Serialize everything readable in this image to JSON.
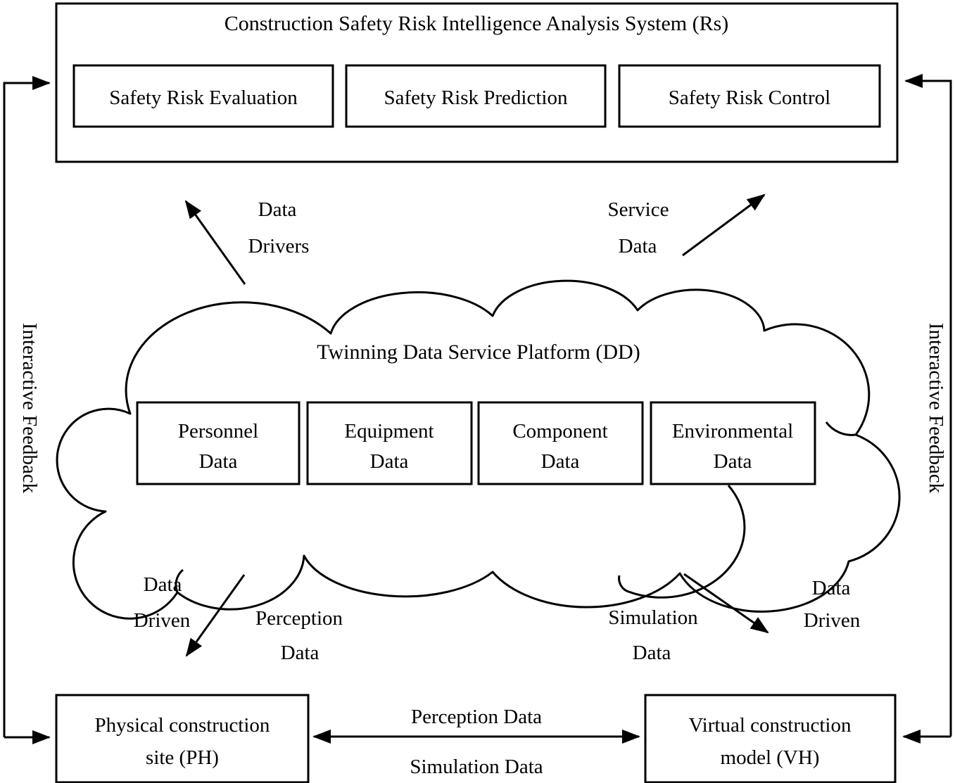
{
  "canvas": {
    "background": "#ffffff",
    "line_color": "#000000"
  },
  "analysis_system": {
    "title": "Construction Safety Risk Intelligence Analysis System (Rs)",
    "modules": [
      {
        "label": "Safety Risk Evaluation"
      },
      {
        "label": "Safety Risk Prediction"
      },
      {
        "label": "Safety Risk Control"
      }
    ]
  },
  "platform": {
    "title": "Twinning Data Service Platform (DD)",
    "data_stores": [
      {
        "line1": "Personnel",
        "line2": "Data"
      },
      {
        "line1": "Equipment",
        "line2": "Data"
      },
      {
        "line1": "Component",
        "line2": "Data"
      },
      {
        "line1": "Environmental",
        "line2": "Data"
      }
    ]
  },
  "physical_site": {
    "line1": "Physical construction",
    "line2": "site (PH)"
  },
  "virtual_model": {
    "line1": "Virtual construction",
    "line2": "model (VH)"
  },
  "flows": {
    "data_drivers": {
      "line1": "Data",
      "line2": "Drivers"
    },
    "service_data": {
      "line1": "Service",
      "line2": "Data"
    },
    "data_driven_left": {
      "line1": "Data",
      "line2": "Driven"
    },
    "perception_data_down": {
      "line1": "Perception",
      "line2": "Data"
    },
    "simulation_data_down": {
      "line1": "Simulation",
      "line2": "Data"
    },
    "data_driven_right": {
      "line1": "Data",
      "line2": "Driven"
    },
    "perception_data_horizontal": "Perception Data",
    "simulation_data_horizontal": "Simulation Data",
    "interactive_feedback_left": "Interactive Feedback",
    "interactive_feedback_right": "Interactive Feedback"
  }
}
